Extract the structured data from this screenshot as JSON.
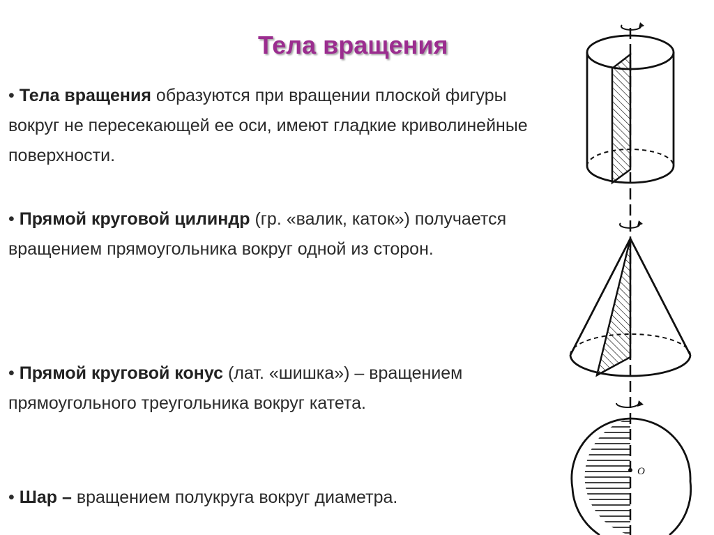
{
  "slide": {
    "title": "Тела вращения",
    "bullets": [
      {
        "marker": "•",
        "term": "Тела вращения",
        "rest": " образуются при вращении плоской фигуры вокруг не пересекающей ее оси, имеют гладкие криволинейные поверхности."
      },
      {
        "marker": "•",
        "term": "Прямой круговой цилиндр",
        "rest": " (гр. «валик, каток») получается вращением прямоугольника вокруг одной из сторон."
      },
      {
        "marker": "•",
        "term": "Прямой круговой конус",
        "rest": " (лат. «шишка») – вращением прямоугольного треугольника вокруг катета."
      },
      {
        "marker": "•",
        "term": "Шар –",
        "rest": " вращением полукруга вокруг диаметра."
      }
    ],
    "figure_labels": {
      "sphere_center": "O"
    },
    "colors": {
      "title": "#9b2d8f",
      "text": "#2b2b2b",
      "drawing": "#111111"
    }
  }
}
